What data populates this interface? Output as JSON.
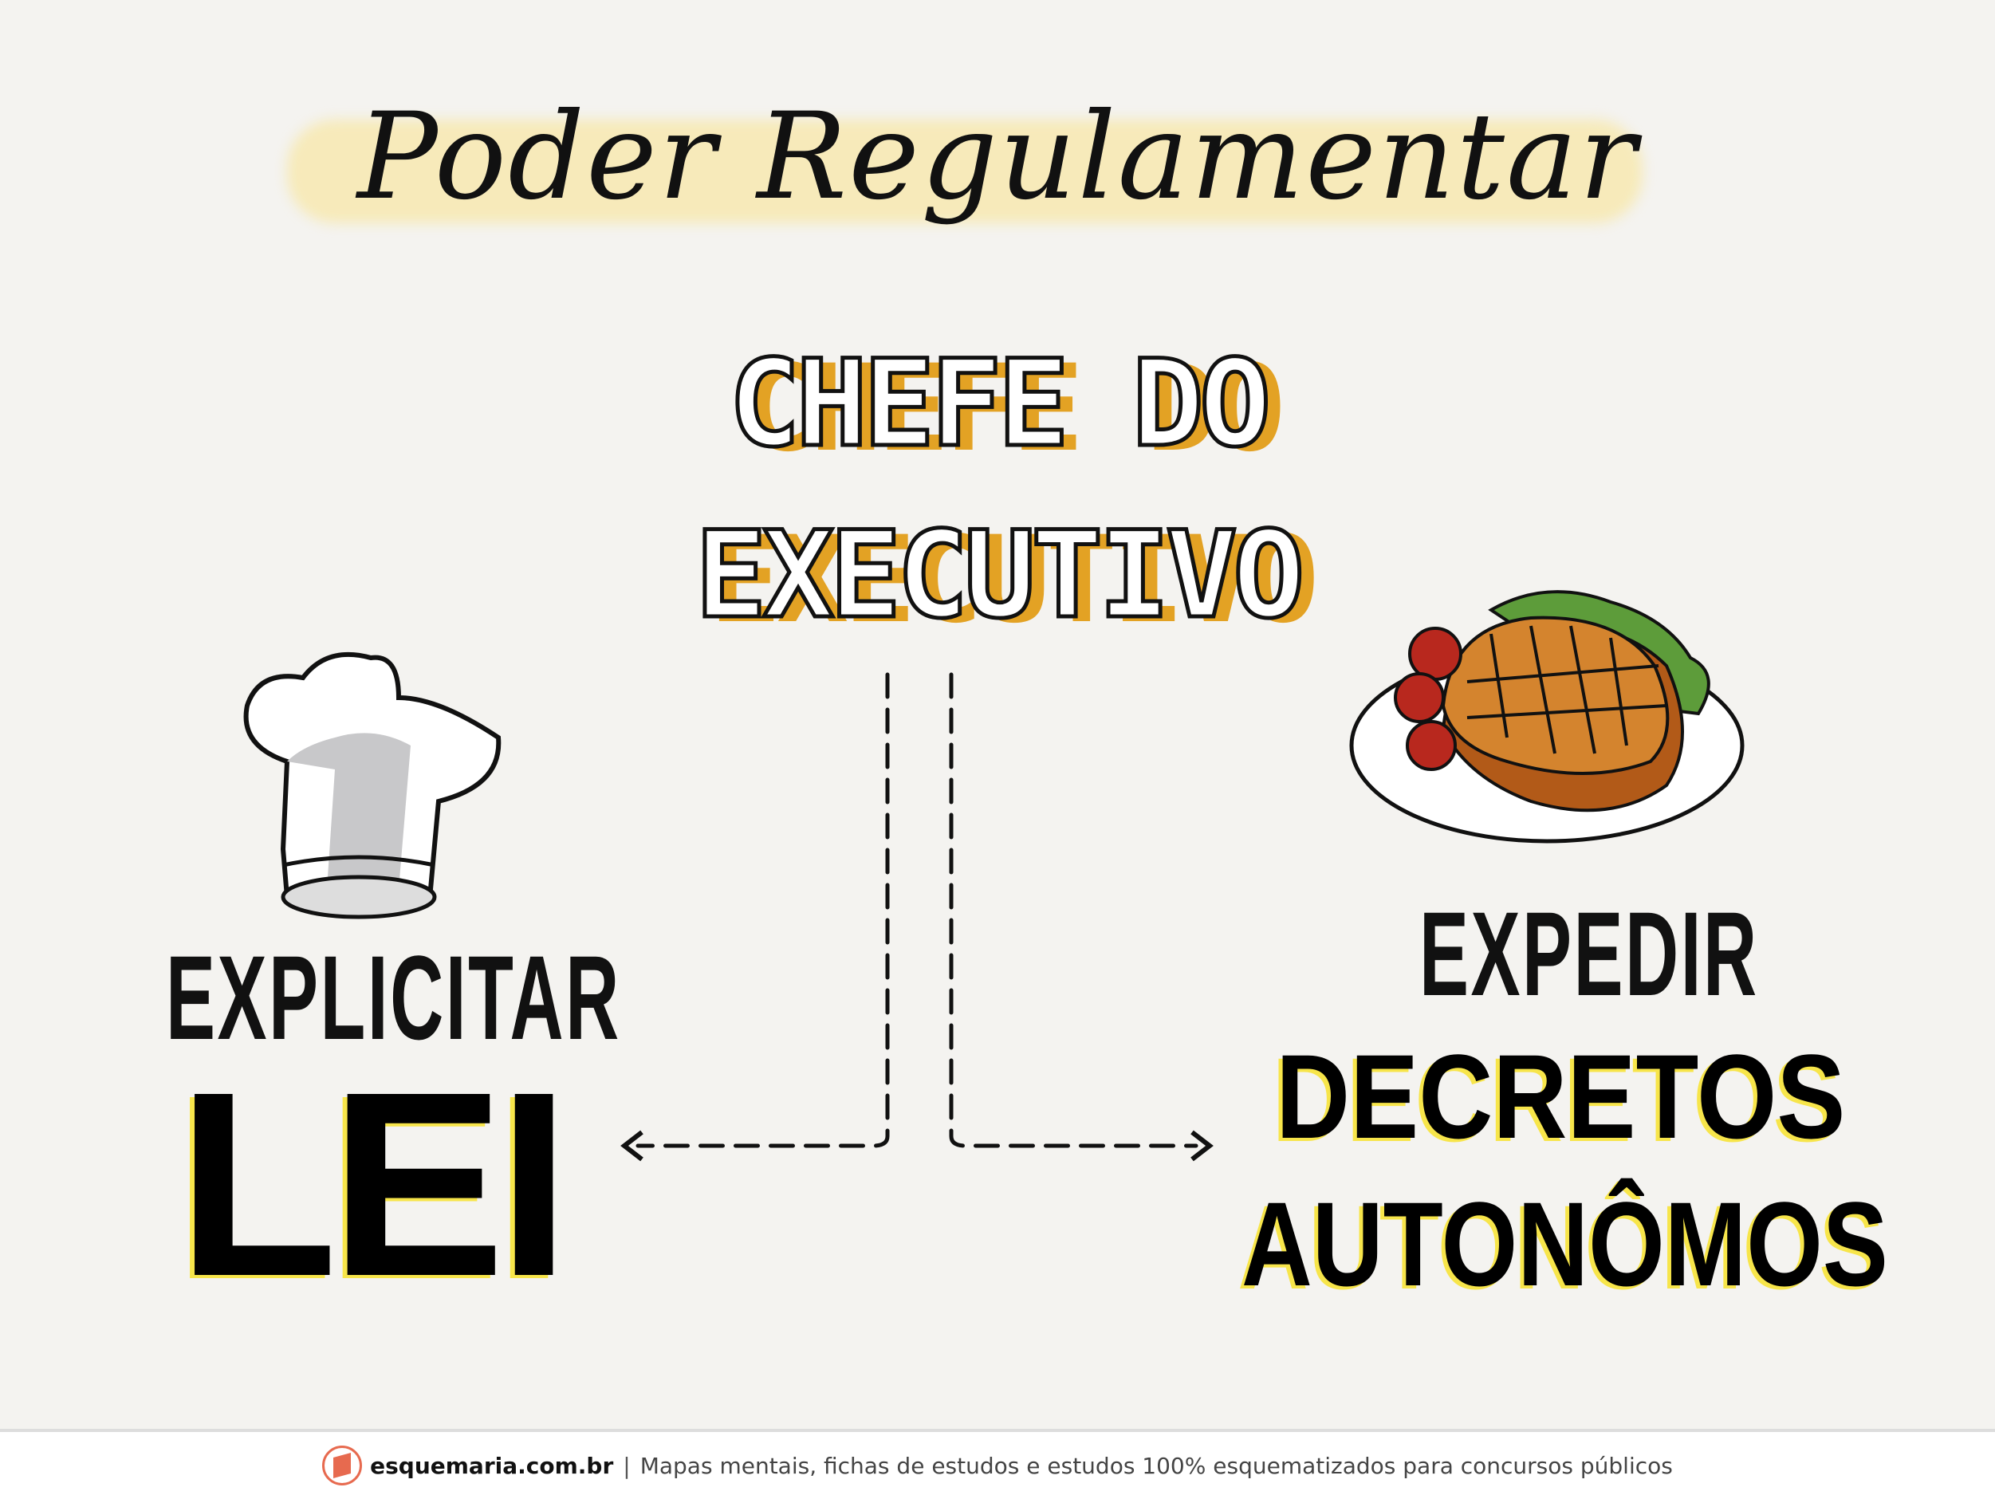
{
  "title": "Poder Regulamentar",
  "center": {
    "line1": "CHEFE DO",
    "line2": "EXECUTIVO"
  },
  "left": {
    "verb": "Explicitar",
    "object": "LEI",
    "icon": "chef-hat-icon"
  },
  "right": {
    "verb": "Expedir",
    "object_line1": "DECRETOS",
    "object_line2": "AUTONÔMOS",
    "icon": "steak-plate-icon"
  },
  "footer": {
    "brand": "esquemaria.com.br",
    "separator": "|",
    "tagline": "Mapas mentais, fichas de estudos e estudos 100% esquematizados para concursos públicos"
  },
  "colors": {
    "accent": "#e3a224",
    "highlight": "#f7e54a",
    "brand": "#e76a4f"
  }
}
